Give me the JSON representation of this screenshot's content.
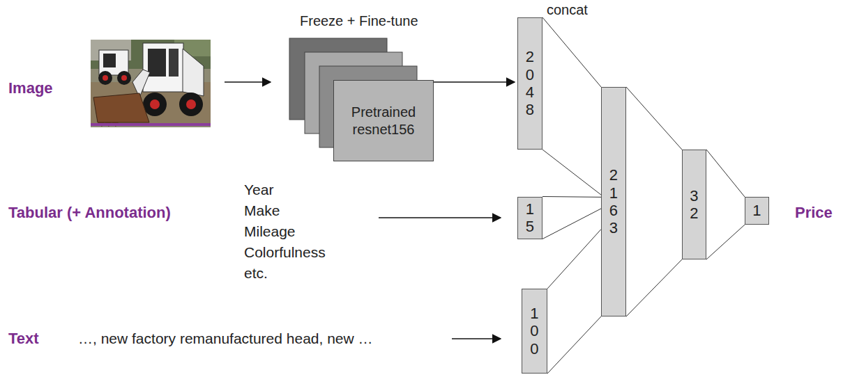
{
  "diagram": {
    "nodes": [
      {
        "text": [
          "Pretrained resnet156"
        ]
      },
      {
        "text": [
          "2048"
        ]
      },
      {
        "text": [
          "15"
        ]
      },
      {
        "text": [
          "100"
        ]
      },
      {
        "text": [
          "2163"
        ]
      },
      {
        "text": [
          "32"
        ]
      },
      {
        "text": [
          "1"
        ]
      }
    ],
    "edges": [
      {
        "from": 0,
        "to": 1,
        "arrow": "to"
      },
      {
        "from": 1,
        "to": 4,
        "arrow": "none"
      },
      {
        "from": 2,
        "to": 4,
        "arrow": "none"
      },
      {
        "from": 3,
        "to": 4,
        "arrow": "none"
      },
      {
        "from": 4,
        "to": 5,
        "arrow": "none"
      },
      {
        "from": 5,
        "to": 6,
        "arrow": "none"
      }
    ],
    "labels": [
      "Freeze + Fine-tune",
      "concat",
      "Image",
      "Tabular (+ Annotation)",
      "Text",
      "Year",
      "Make",
      "Mileage",
      "Colorfulness",
      "etc.",
      "…, new factory remanufactured head, new …",
      "Price"
    ]
  }
}
